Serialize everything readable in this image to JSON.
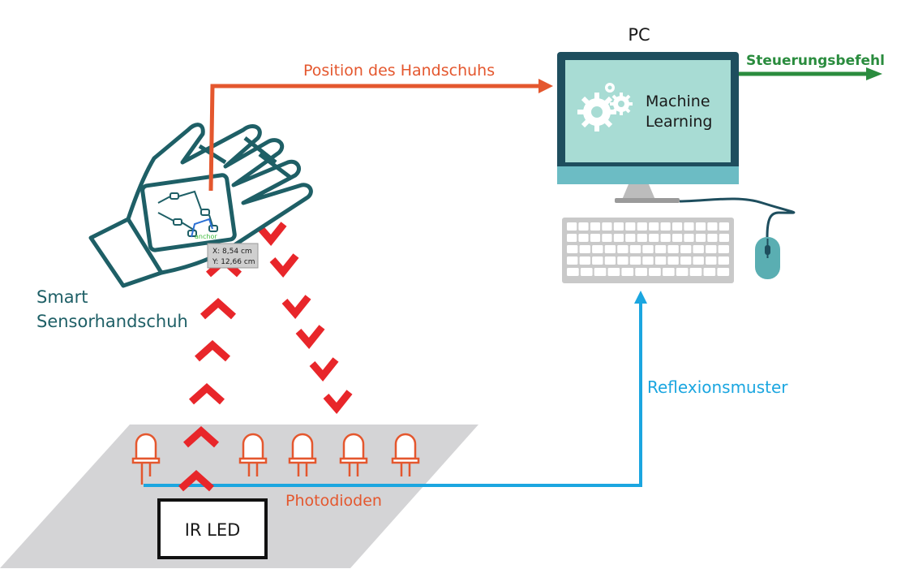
{
  "labels": {
    "glove_position": "Position des Handschuhs",
    "pc": "PC",
    "control_command": "Steuerungsbefehl",
    "ml_line1": "Machine",
    "ml_line2": "Learning",
    "glove_line1": "Smart",
    "glove_line2": "Sensorhandschuh",
    "reflection": "Reflexionsmuster",
    "photodiodes": "Photodioden",
    "ir_led": "IR LED"
  },
  "tooltip": {
    "x": "X: 8,54 cm",
    "y": "Y: 12,66 cm",
    "anchor": "anchor"
  },
  "colors": {
    "orange": "#e4572e",
    "teal": "#1e5f66",
    "blue": "#1ba6e0",
    "green": "#2a8c3e",
    "ir_red": "#e8262a",
    "screen": "#a8dcd4"
  },
  "icons": {
    "glove": "glove-icon",
    "gears": "gears-icon",
    "monitor": "monitor-icon",
    "keyboard": "keyboard-icon",
    "mouse": "mouse-icon",
    "photodiode": "photodiode-icon"
  }
}
